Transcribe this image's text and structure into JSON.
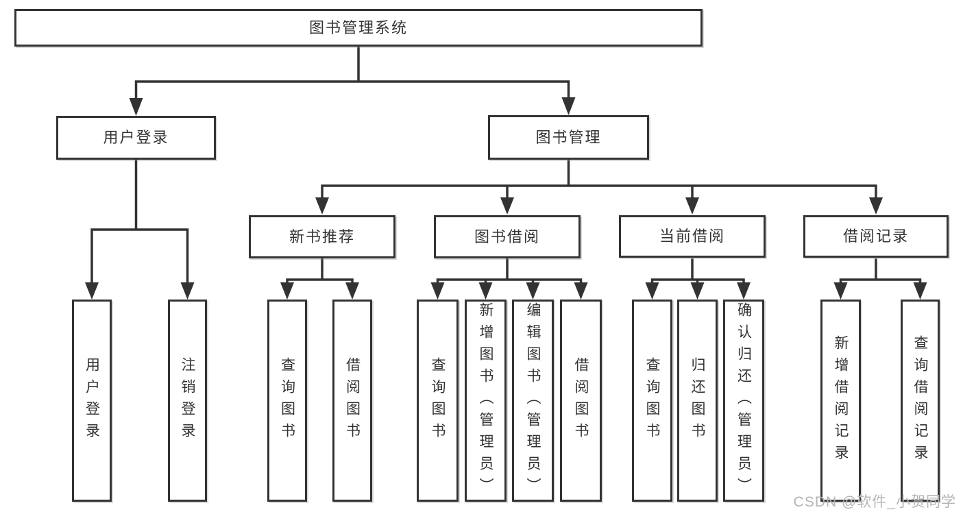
{
  "diagram_type": "hierarchy-tree",
  "tree": {
    "label": "图书管理系统",
    "children": [
      {
        "label": "用户登录",
        "children": [
          {
            "label": "用户登录"
          },
          {
            "label": "注销登录"
          }
        ]
      },
      {
        "label": "图书管理",
        "children": [
          {
            "label": "新书推荐",
            "children": [
              {
                "label": "查询图书"
              },
              {
                "label": "借阅图书"
              }
            ]
          },
          {
            "label": "图书借阅",
            "children": [
              {
                "label": "查询图书"
              },
              {
                "label": "新增图书（管理员）"
              },
              {
                "label": "编辑图书（管理员）"
              },
              {
                "label": "借阅图书"
              }
            ]
          },
          {
            "label": "当前借阅",
            "children": [
              {
                "label": "查询图书"
              },
              {
                "label": "归还图书"
              },
              {
                "label": "确认归还（管理员）"
              }
            ]
          },
          {
            "label": "借阅记录",
            "children": [
              {
                "label": "新增借阅记录"
              },
              {
                "label": "查询借阅记录"
              }
            ]
          }
        ]
      }
    ]
  },
  "watermark": {
    "text": "CSDN @软件_小贺同学",
    "color": "#b5b5b5"
  },
  "colors": {
    "line": "#333333",
    "box_border": "#333333",
    "text": "#333333",
    "background": "#ffffff"
  }
}
